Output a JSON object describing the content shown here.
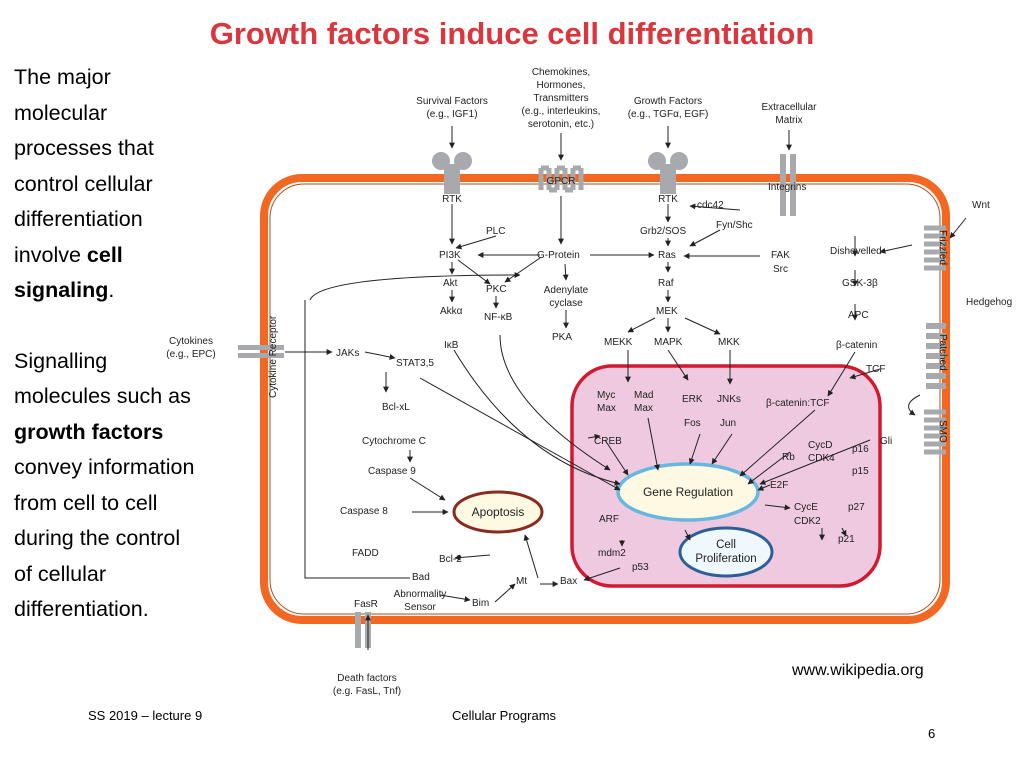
{
  "title": "Growth factors induce cell differentiation",
  "body": {
    "para1": [
      "The major",
      "molecular",
      "processes that",
      "control cellular",
      "differentiation",
      "involve"
    ],
    "para1_bold": "cell",
    "para1_bold2": "signaling",
    "para1_end": ".",
    "para2_lines": [
      "Signalling",
      "molecules such as"
    ],
    "para2_bold": "growth factors",
    "para2_rest": [
      "convey information",
      "from cell to cell",
      "during the control",
      "of cellular",
      "differentiation."
    ]
  },
  "diagram": {
    "inputs": {
      "survival": [
        "Survival Factors",
        "(e.g., IGF1)"
      ],
      "chemokines": [
        "Chemokines,",
        "Hormones,",
        "Transmitters",
        "(e.g., interleukins,",
        "serotonin, etc.)"
      ],
      "growth": [
        "Growth Factors",
        "(e.g., TGFα, EGF)"
      ],
      "ecm": [
        "Extracellular",
        "Matrix"
      ],
      "cytokines": [
        "Cytokines",
        "(e.g., EPC)"
      ],
      "death": [
        "Death factors",
        "(e.g. FasL, Tnf)"
      ],
      "wnt": "Wnt",
      "hedgehog": "Hedgehog"
    },
    "receptors": {
      "rtk1": "RTK",
      "gpcr": "GPCR",
      "rtk2": "RTK",
      "integrins": "Integrins",
      "cytokine_receptor": "Cytokine Receptor",
      "frizzled": "Frizzled",
      "patched": "Patched",
      "smo": "SMO",
      "fasr": "FasR"
    },
    "nodes": {
      "cdc42": "cdc42",
      "plc": "PLC",
      "pi3k": "PI3K",
      "gprotein": "G-Protein",
      "grb2": "Grb2/SOS",
      "fyn": "Fyn/Shc",
      "ras": "Ras",
      "fak": "FAK",
      "src": "Src",
      "akt": "Akt",
      "pkc": "PKC",
      "adenylate": [
        "Adenylate",
        "cyclase"
      ],
      "raf": "Raf",
      "akka": "Akkα",
      "nfkb": "NF-κB",
      "mek": "MEK",
      "ikb": "IκB",
      "pka": "PKA",
      "mekk": "MEKK",
      "mapk": "MAPK",
      "mkk": "MKK",
      "dishevelled": "Dishevelled",
      "gsk3b": "GSK-3β",
      "apc": "APC",
      "bcatenin": "β-catenin",
      "tcf": "TCF",
      "jaks": "JAKs",
      "stat": "STAT3,5",
      "bclxl": "Bcl-xL",
      "cytc": "Cytochrome C",
      "casp9": "Caspase 9",
      "casp8": "Caspase 8",
      "fadd": "FADD",
      "bcl2": "Bcl-2",
      "bad": "Bad",
      "mt": "Mt",
      "bax": "Bax",
      "bim": "Bim",
      "abnormality": [
        "Abnormality",
        "Sensor"
      ],
      "myc": "Myc",
      "mad": "Mad",
      "max1": "Max",
      "max2": "Max",
      "erk": "ERK",
      "fos": "Fos",
      "jnks": "JNKs",
      "jun": "Jun",
      "bcat_tcf": "β-catenin:TCF",
      "creb": "CREB",
      "cycd": "CycD",
      "cdk4": "CDK4",
      "p16": "p16",
      "p15": "p15",
      "rb": "Rb",
      "e2f": "E2F",
      "gli": "Gli",
      "cyce": "CycE",
      "cdk2": "CDK2",
      "p27": "p27",
      "p21": "p21",
      "arf": "ARF",
      "mdm2": "mdm2",
      "p53": "p53",
      "gene_reg": "Gene Regulation",
      "apoptosis": "Apoptosis",
      "cell_prolif": [
        "Cell",
        "Proliferation"
      ]
    }
  },
  "source": "www.wikipedia.org",
  "footer": {
    "left": "SS 2019 – lecture 9",
    "center": "Cellular Programs",
    "page": "6"
  },
  "colors": {
    "title": "#d9363e",
    "membrane": "#f26722",
    "nucleus_fill": "#eec9df",
    "nucleus_border": "#d11a2f",
    "gene_reg_fill": "#fef9e3",
    "gene_reg_border": "#66b8e0",
    "apoptosis_fill": "#fef9e3",
    "apoptosis_border": "#8a2a1e",
    "prolif_fill": "#eef8fd",
    "prolif_border": "#2c5f95"
  }
}
